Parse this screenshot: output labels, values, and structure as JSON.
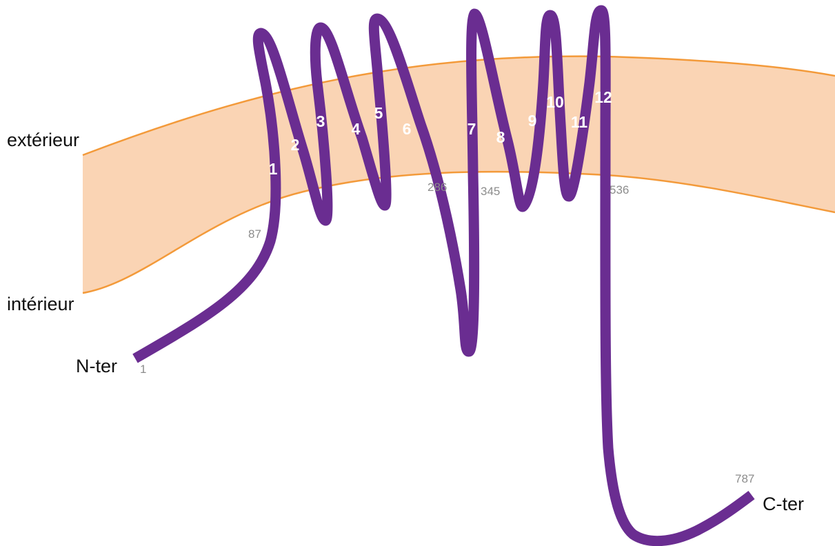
{
  "colors": {
    "membrane_fill": "#fad4b4",
    "membrane_edge": "#f39a3a",
    "chain": "#6a2d91",
    "helix_label": "#ffffff",
    "position_label": "#8c8c8c",
    "side_label": "#111111"
  },
  "labels": {
    "outside": "extérieur",
    "inside": "intérieur",
    "n_terminus": "N-ter",
    "c_terminus": "C-ter"
  },
  "positions": {
    "start": "1",
    "tm1_start": "87",
    "after_tm6": "286",
    "before_tm7": "345",
    "after_tm12": "536",
    "end": "787"
  },
  "helices": [
    "1",
    "2",
    "3",
    "4",
    "5",
    "6",
    "7",
    "8",
    "9",
    "10",
    "11",
    "12"
  ]
}
